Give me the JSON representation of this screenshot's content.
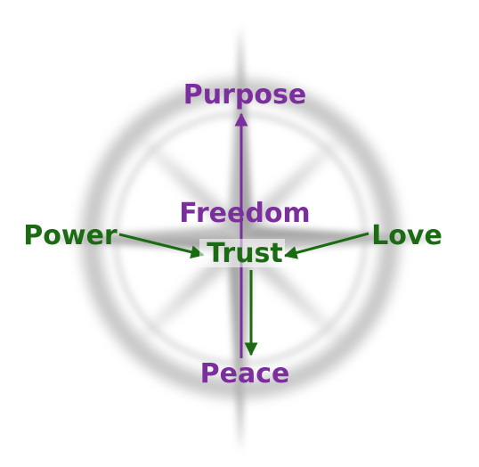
{
  "colors": {
    "purple": "#7a2f9c",
    "green": "#1a6b12",
    "compass": "#6e6e6e",
    "background": "#ffffff"
  },
  "background_graphic": "compass-rose",
  "labels": {
    "purpose": "Purpose",
    "freedom": "Freedom",
    "power": "Power",
    "trust": "Trust",
    "love": "Love",
    "peace": "Peace"
  },
  "connections": [
    {
      "from": "peace",
      "to": "purpose",
      "color": "purple"
    },
    {
      "from": "power",
      "to": "trust",
      "color": "green"
    },
    {
      "from": "love",
      "to": "trust",
      "color": "green"
    },
    {
      "from": "trust",
      "to": "peace",
      "color": "green"
    }
  ]
}
